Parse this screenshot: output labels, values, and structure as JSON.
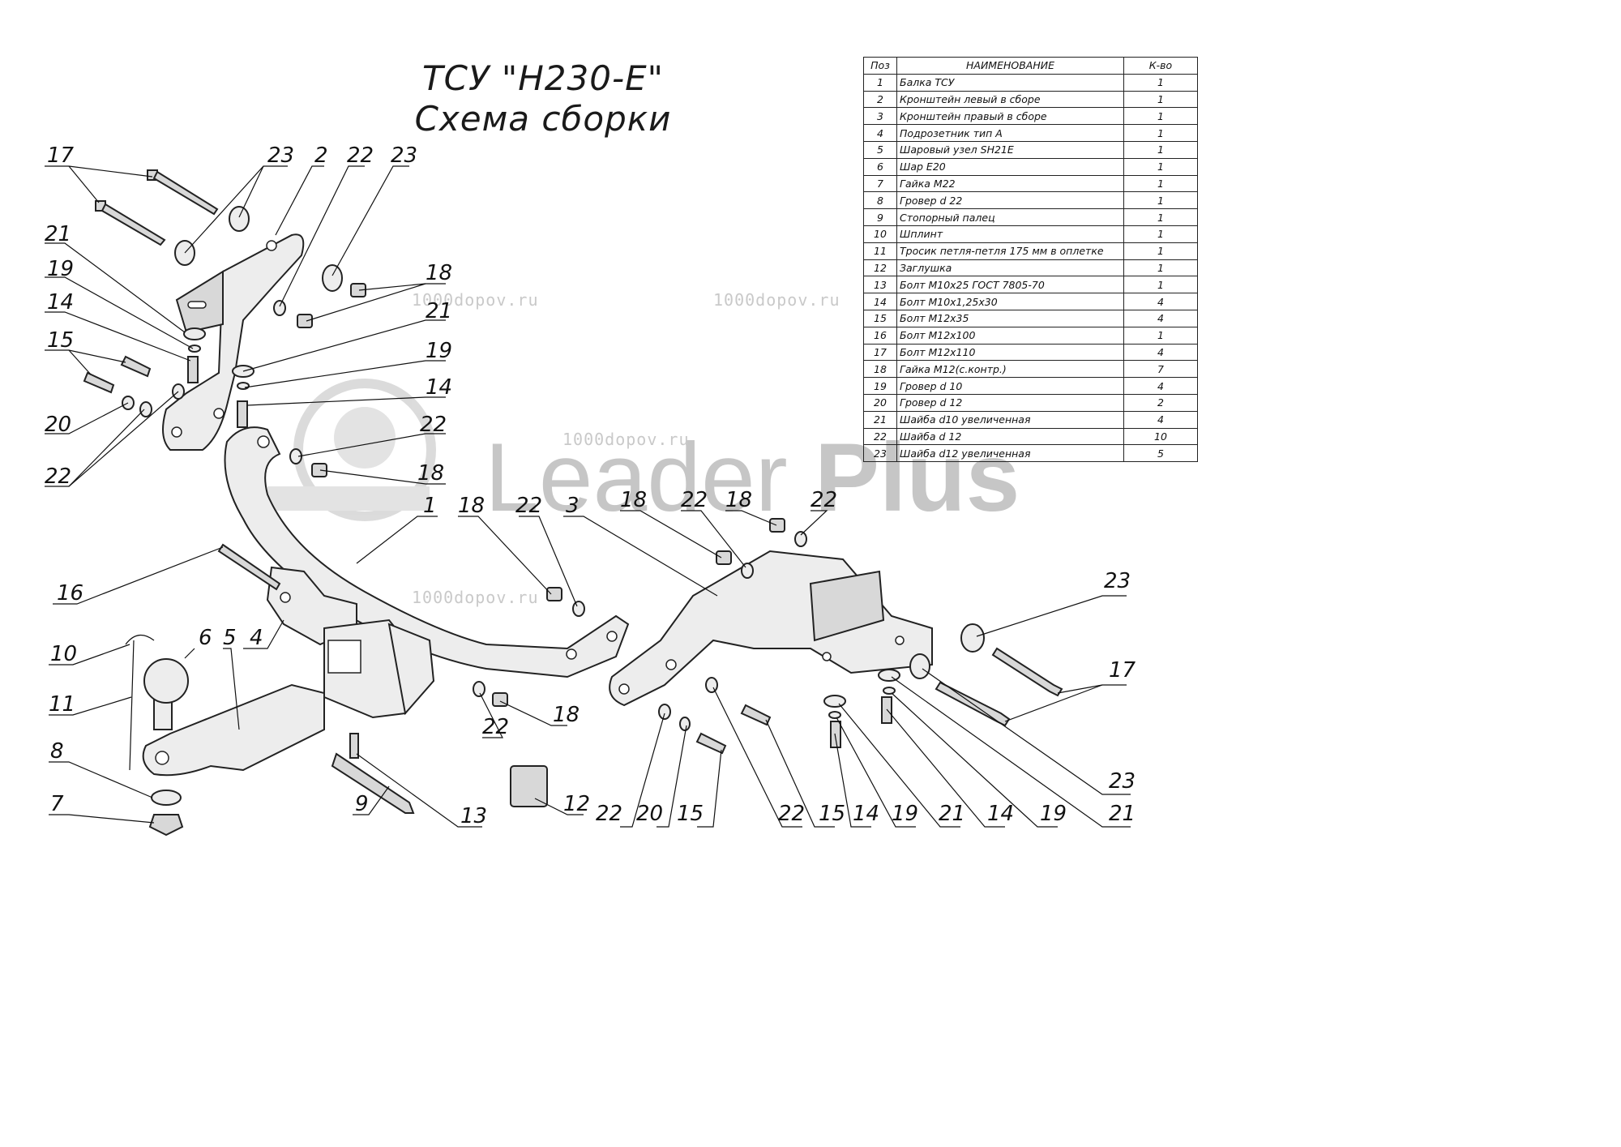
{
  "title": {
    "line1": "ТСУ \"H230-E\"",
    "line2": "Схема сборки"
  },
  "watermarks": {
    "site": "1000dopov.ru",
    "brand_light": "Leader ",
    "brand_bold": "Plus"
  },
  "parts_table": {
    "headers": {
      "pos": "Поз",
      "name": "НАИМЕНОВАНИЕ",
      "qty": "К-во"
    },
    "rows": [
      {
        "pos": "1",
        "name": "Балка ТСУ",
        "qty": "1"
      },
      {
        "pos": "2",
        "name": "Кронштейн левый в сборе",
        "qty": "1"
      },
      {
        "pos": "3",
        "name": "Кронштейн правый в сборе",
        "qty": "1"
      },
      {
        "pos": "4",
        "name": "Подрозетник тип А",
        "qty": "1"
      },
      {
        "pos": "5",
        "name": "Шаровый узел SH21E",
        "qty": "1"
      },
      {
        "pos": "6",
        "name": "Шар E20",
        "qty": "1"
      },
      {
        "pos": "7",
        "name": "Гайка М22",
        "qty": "1"
      },
      {
        "pos": "8",
        "name": "Гровер d 22",
        "qty": "1"
      },
      {
        "pos": "9",
        "name": "Стопорный палец",
        "qty": "1"
      },
      {
        "pos": "10",
        "name": "Шплинт",
        "qty": "1"
      },
      {
        "pos": "11",
        "name": "Тросик петля-петля 175 мм в оплетке",
        "qty": "1"
      },
      {
        "pos": "12",
        "name": "Заглушка",
        "qty": "1"
      },
      {
        "pos": "13",
        "name": "Болт М10х25 ГОСТ 7805-70",
        "qty": "1"
      },
      {
        "pos": "14",
        "name": "Болт М10х1,25х30",
        "qty": "4"
      },
      {
        "pos": "15",
        "name": "Болт М12х35",
        "qty": "4"
      },
      {
        "pos": "16",
        "name": "Болт М12х100",
        "qty": "1"
      },
      {
        "pos": "17",
        "name": "Болт М12х110",
        "qty": "4"
      },
      {
        "pos": "18",
        "name": "Гайка М12(с.контр.)",
        "qty": "7"
      },
      {
        "pos": "19",
        "name": "Гровер d 10",
        "qty": "4"
      },
      {
        "pos": "20",
        "name": "Гровер d 12",
        "qty": "2"
      },
      {
        "pos": "21",
        "name": "Шайба d10 увеличенная",
        "qty": "4"
      },
      {
        "pos": "22",
        "name": "Шайба d 12",
        "qty": "10"
      },
      {
        "pos": "23",
        "name": "Шайба d12 увеличенная",
        "qty": "5"
      }
    ]
  },
  "callouts": {
    "left": [
      "17",
      "23",
      "2",
      "22",
      "23",
      "21",
      "19",
      "14",
      "15",
      "20",
      "22"
    ],
    "center": [
      "18",
      "21",
      "19",
      "14",
      "22",
      "18",
      "1",
      "18",
      "22",
      "3",
      "18",
      "22",
      "18",
      "22",
      "16",
      "6",
      "5",
      "4",
      "10",
      "11",
      "8",
      "7",
      "9",
      "13",
      "12",
      "22",
      "18"
    ],
    "right": [
      "23",
      "17",
      "23",
      "21",
      "19",
      "14",
      "21",
      "19",
      "14",
      "15",
      "22",
      "15",
      "20",
      "22"
    ]
  }
}
